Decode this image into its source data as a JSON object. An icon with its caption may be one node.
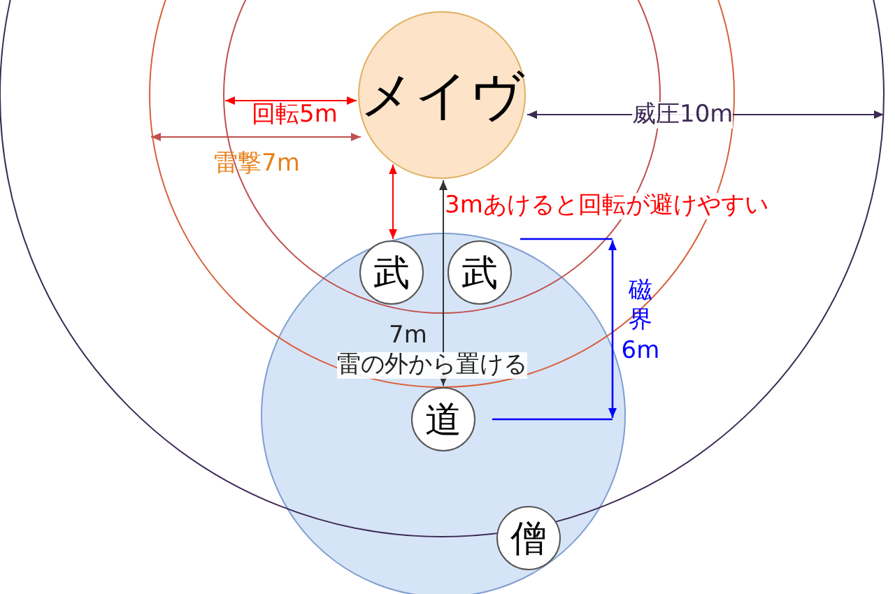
{
  "diagram": {
    "nodes": [
      {
        "text": [
          "メイヴ"
        ]
      },
      {
        "text": [
          "武"
        ]
      },
      {
        "text": [
          "武"
        ]
      },
      {
        "text": [
          "道"
        ]
      },
      {
        "text": [
          "僧"
        ]
      }
    ],
    "edges": [
      {
        "from": 0,
        "to": 1,
        "arrow": "both",
        "color": "#ff0000"
      },
      {
        "from": 0,
        "to": 3,
        "arrow": "both",
        "color": "#333333"
      }
    ],
    "labels": [
      "回転5m",
      "威圧10m",
      "雷撃7m",
      "3mあけると回転が避けやすい",
      "磁界6m",
      "7m",
      "雷の外から置ける"
    ]
  }
}
